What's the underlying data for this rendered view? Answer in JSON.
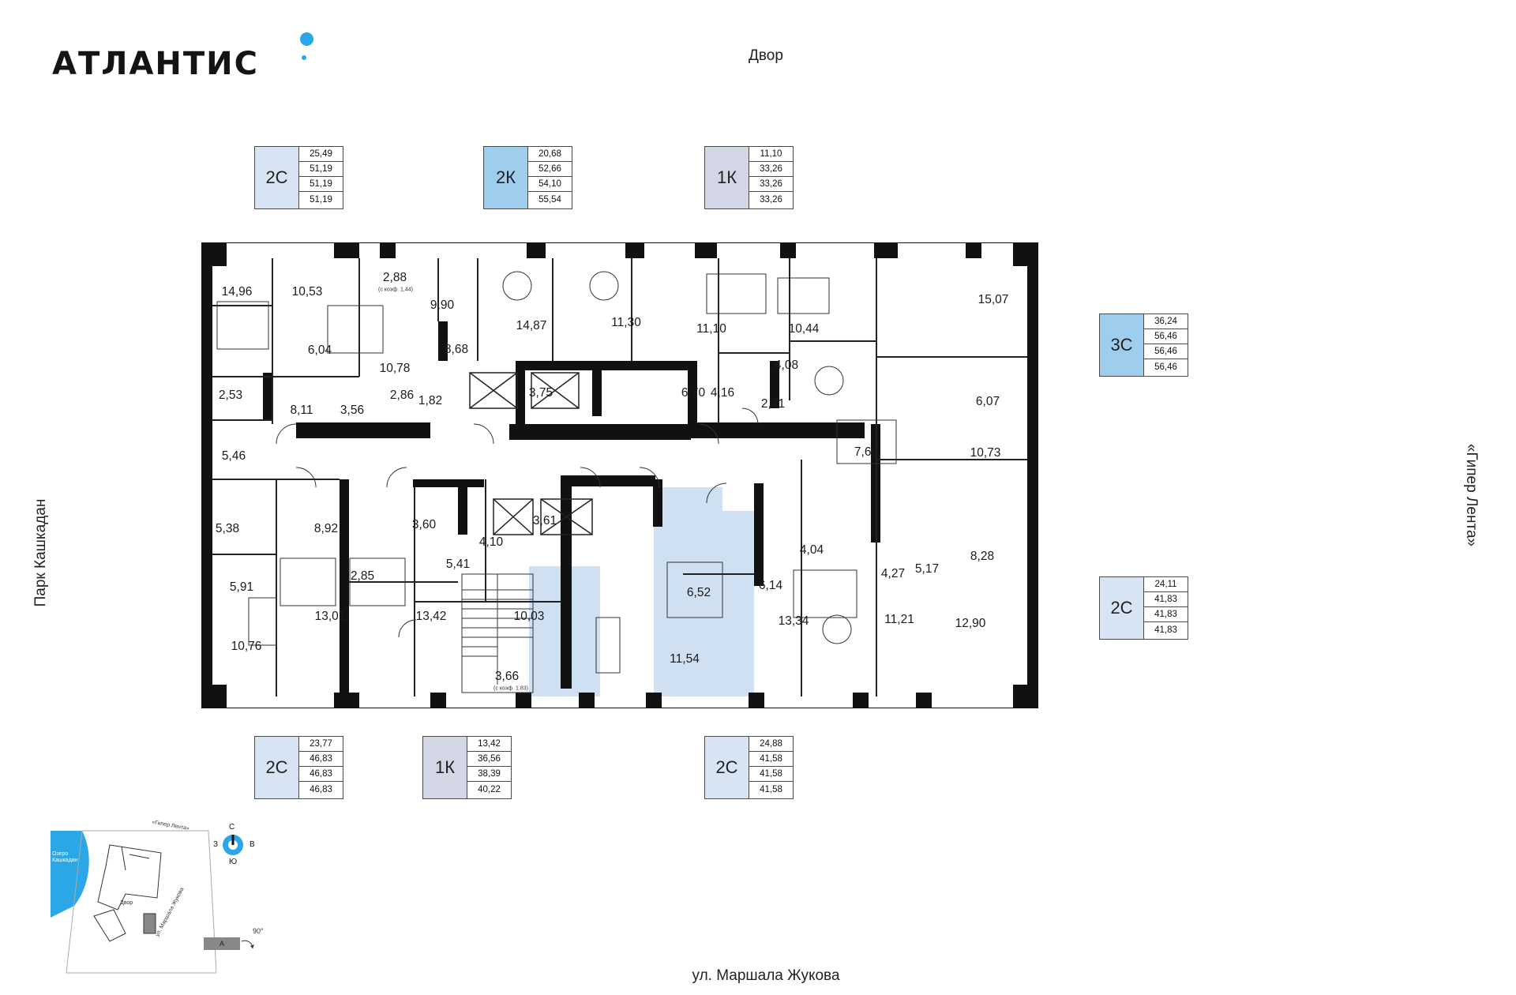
{
  "brand": {
    "name": "АТЛАНТИС"
  },
  "orientation": {
    "top": "Двор",
    "left": "Парк Кашкадан",
    "right": "«Гипер Лента»",
    "bottom": "ул. Маршала Жукова"
  },
  "cards": [
    {
      "type": "2С",
      "values": [
        "25,49",
        "51,19",
        "51,19",
        "51,19"
      ]
    },
    {
      "type": "2К",
      "values": [
        "20,68",
        "52,66",
        "54,10",
        "55,54"
      ]
    },
    {
      "type": "1К",
      "values": [
        "11,10",
        "33,26",
        "33,26",
        "33,26"
      ]
    },
    {
      "type": "3С",
      "values": [
        "36,24",
        "56,46",
        "56,46",
        "56,46"
      ]
    },
    {
      "type": "2С",
      "values": [
        "24,11",
        "41,83",
        "41,83",
        "41,83"
      ]
    },
    {
      "type": "2С",
      "values": [
        "23,77",
        "46,83",
        "46,83",
        "46,83"
      ]
    },
    {
      "type": "1К",
      "values": [
        "13,42",
        "36,56",
        "38,39",
        "40,22"
      ]
    },
    {
      "type": "2С",
      "values": [
        "24,88",
        "41,58",
        "41,58",
        "41,58"
      ]
    }
  ],
  "areas": [
    "14,96",
    "10,53",
    "2,88",
    "9,90",
    "14,87",
    "11,30",
    "11,10",
    "10,44",
    "15,07",
    "6,04",
    "10,78",
    "8,68",
    "6,70",
    "4,08",
    "2,53",
    "8,11",
    "3,56",
    "2,86",
    "1,82",
    "3,75",
    "4,16",
    "2,41",
    "6,07",
    "5,46",
    "7,66",
    "10,73",
    "8,92",
    "3,60",
    "3,61",
    "4,10",
    "5,38",
    "5,41",
    "4,04",
    "8,28",
    "5,91",
    "2,85",
    "6,52",
    "6,14",
    "4,27",
    "5,17",
    "13,01",
    "13,42",
    "10,03",
    "13,34",
    "11,21",
    "12,90",
    "10,76",
    "11,54",
    "3,66"
  ],
  "notes": [
    "(с коэф. 1,44)",
    "(с коэф. 1,83)"
  ],
  "compass": {
    "n": "С",
    "s": "Ю",
    "w": "З",
    "e": "В"
  },
  "site_map": {
    "lake": "Озеро Кашкадан",
    "giper": "«Гипер Лента»",
    "yard": "Двор",
    "street": "ул. Маршала Жукова",
    "building": "А",
    "angle": "90°"
  },
  "colors": {
    "accent": "#2ba6e6",
    "light": "#d6e4f4",
    "blue": "#9fcdee",
    "grey": "#d3d6e5",
    "highlight": "#cfe0f3"
  }
}
